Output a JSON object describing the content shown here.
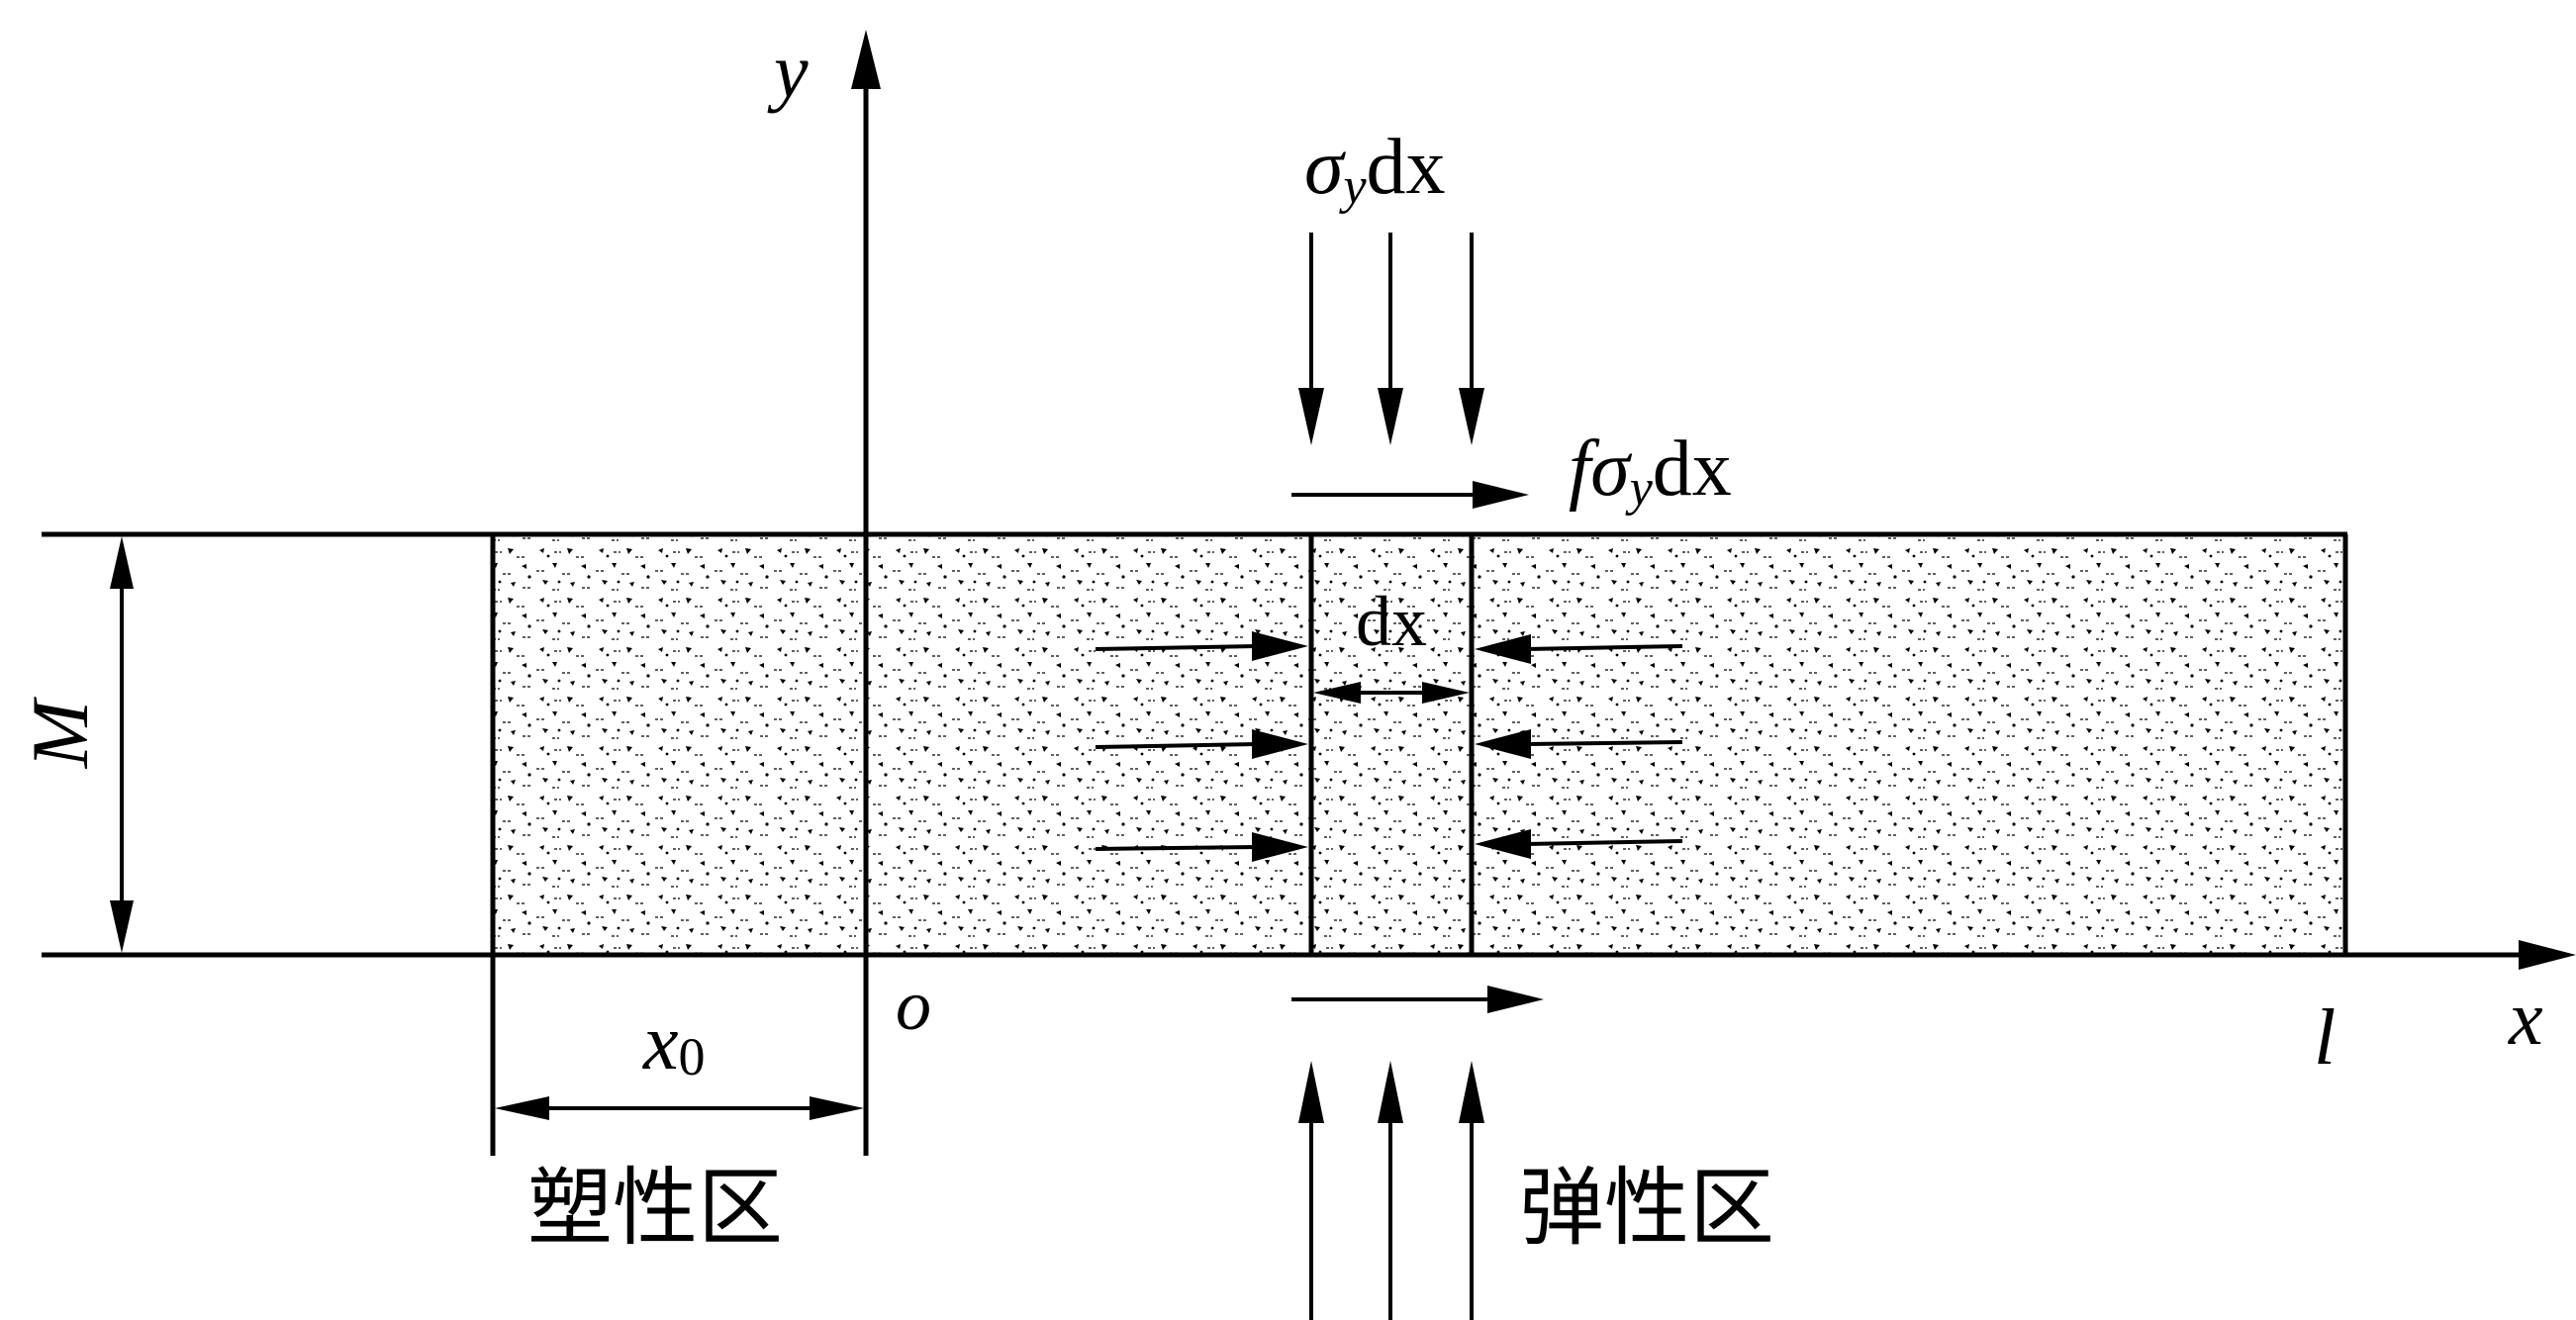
{
  "labels": {
    "y_axis": "y",
    "x_axis": "x",
    "origin": "o",
    "length_end": "l",
    "thickness": "M",
    "x0_main": "x",
    "x0_sub": "0",
    "element_width": "dx",
    "normal_stress_sigma": "σ",
    "normal_stress_y": "y",
    "normal_stress_dx": "dx",
    "friction_f": "f",
    "friction_sigma": "σ",
    "friction_y": "y",
    "friction_dx": "dx"
  },
  "zones": {
    "plastic": "塑性区",
    "elastic": "弹性区"
  },
  "colors": {
    "line": "#000000",
    "background": "#ffffff",
    "speckle": "#000000"
  }
}
